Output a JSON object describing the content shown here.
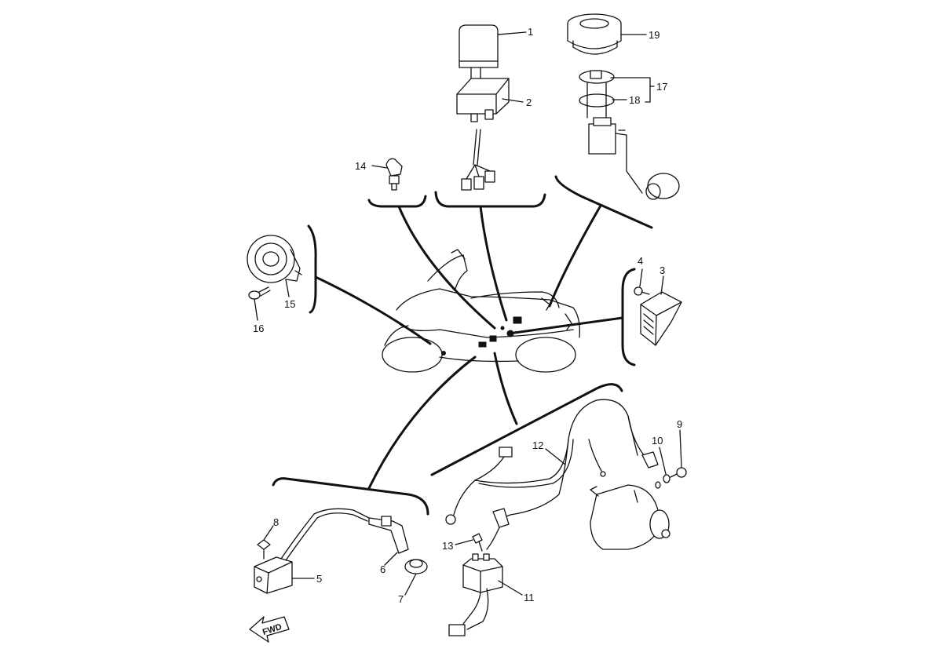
{
  "callouts": [
    {
      "id": "part-1",
      "number": "1"
    },
    {
      "id": "part-2",
      "number": "2"
    },
    {
      "id": "part-3",
      "number": "3"
    },
    {
      "id": "part-4",
      "number": "4"
    },
    {
      "id": "part-5",
      "number": "5"
    },
    {
      "id": "part-6",
      "number": "6"
    },
    {
      "id": "part-7",
      "number": "7"
    },
    {
      "id": "part-8",
      "number": "8"
    },
    {
      "id": "part-9",
      "number": "9"
    },
    {
      "id": "part-10",
      "number": "10"
    },
    {
      "id": "part-11",
      "number": "11"
    },
    {
      "id": "part-12",
      "number": "12"
    },
    {
      "id": "part-13",
      "number": "13"
    },
    {
      "id": "part-14",
      "number": "14"
    },
    {
      "id": "part-15",
      "number": "15"
    },
    {
      "id": "part-16",
      "number": "16"
    },
    {
      "id": "part-17",
      "number": "17"
    },
    {
      "id": "part-18",
      "number": "18"
    },
    {
      "id": "part-19",
      "number": "19"
    }
  ],
  "direction_arrow": {
    "label": "FWD"
  },
  "colors": {
    "ink": "#111111",
    "background": "#ffffff"
  }
}
